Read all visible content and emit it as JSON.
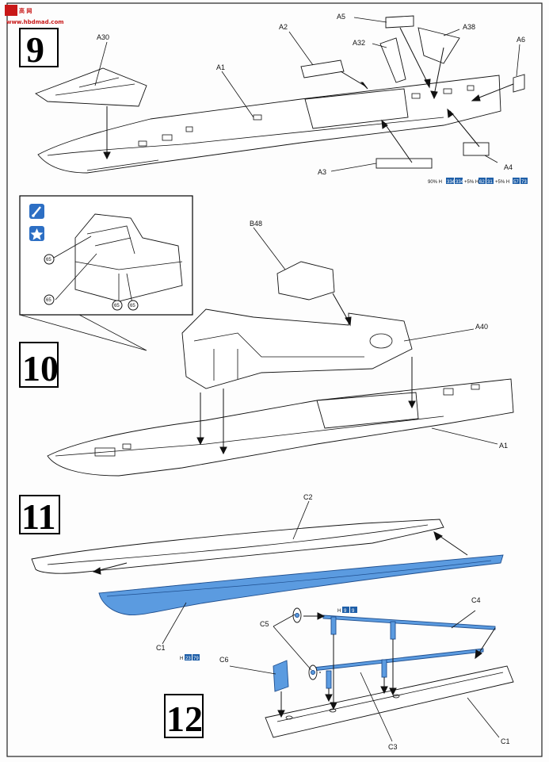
{
  "watermark": {
    "top": "高 网",
    "bottom": "www.hbdmad.com"
  },
  "steps": [
    "9",
    "10",
    "11",
    "12"
  ],
  "labels": {
    "A30": "A30",
    "A2": "A2",
    "A5": "A5",
    "A32": "A32",
    "A38": "A38",
    "A6": "A6",
    "A1": "A1",
    "A3": "A3",
    "A4": "A4",
    "B48": "B48",
    "A40": "A40",
    "C2": "C2",
    "C1": "C1",
    "C4": "C4",
    "C5": "C5",
    "C6": "C6",
    "C3": "C3"
  },
  "callouts": {
    "c65": "65"
  },
  "paint9": {
    "p1": "90% H",
    "c1a": "334",
    "c1b": "334",
    "p2": "+5% H",
    "c2a": "62",
    "c2b": "31",
    "p3": "+5% H",
    "c3a": "57",
    "c3b": "73"
  },
  "paint11": {
    "h": "H",
    "a": "23",
    "b": "79"
  },
  "paint12": {
    "h": "H",
    "a": "9",
    "b": "9"
  },
  "colors": {
    "part_blue": "#5b9be0",
    "chip_blue": "#1f5fa8",
    "watermark_red": "#c81818"
  },
  "icons": [
    "paint-brush-icon",
    "star-icon"
  ]
}
